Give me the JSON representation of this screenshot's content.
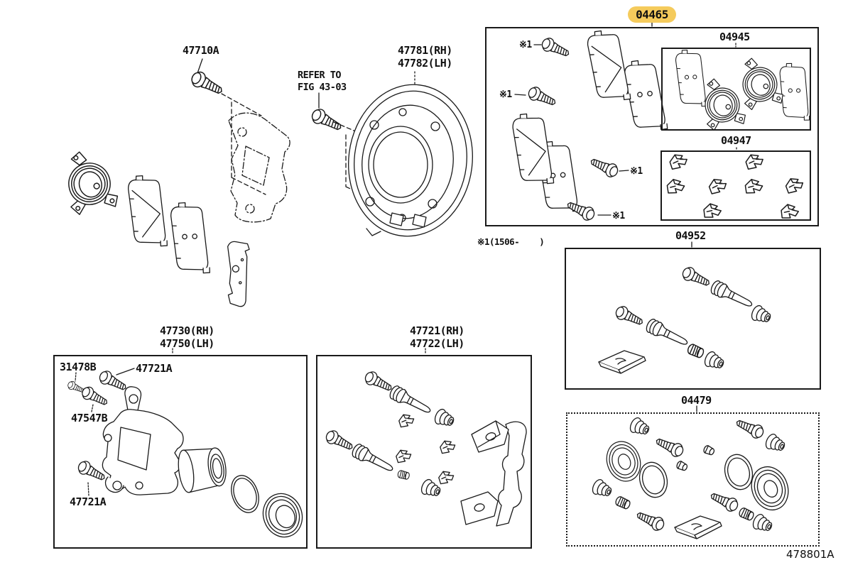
{
  "diagram": {
    "title_code": "478801A",
    "highlight_color": "#F5CB5C",
    "marker": "※1",
    "note": "※1(1506-    )",
    "callouts": {
      "caliper_mount_bolt": "47710A",
      "refer_line1": "REFER TO",
      "refer_line2": "FIG 43-03",
      "dust_cover_rh": "47781(RH)",
      "dust_cover_lh": "47782(LH)"
    },
    "kits": {
      "pad_kit": {
        "code": "04465"
      },
      "shim_kit": {
        "code": "04945"
      },
      "fitting_kit": {
        "code": "04947"
      },
      "pin_kit": {
        "code": "04952"
      },
      "cylinder_kit": {
        "code": "04479"
      }
    },
    "caliper_assembly": {
      "title_rh": "47730(RH)",
      "title_lh": "47750(LH)",
      "label_31478b": "31478B",
      "label_47721a_top": "47721A",
      "label_47547b": "47547B",
      "label_47721a_bottom": "47721A"
    },
    "mount_assembly": {
      "title_rh": "47721(RH)",
      "title_lh": "47722(LH)"
    }
  }
}
